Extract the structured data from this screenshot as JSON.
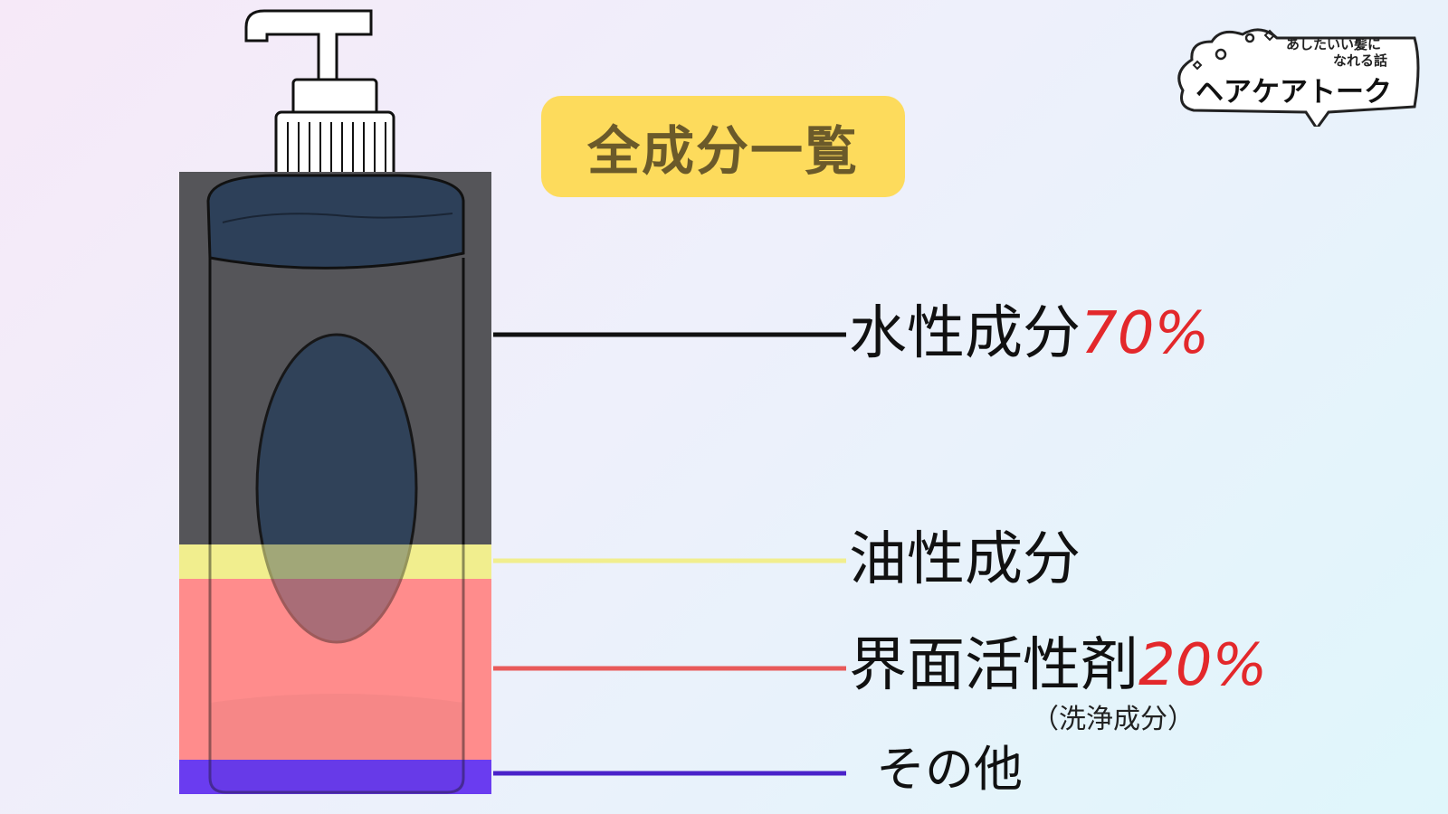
{
  "title": "全成分一覧",
  "logo": {
    "tagline_line1": "あしたいい髪に",
    "tagline_line2": "なれる話",
    "name": "ヘアケアトーク"
  },
  "segments": [
    {
      "label": "水性成分",
      "percent": "70%",
      "color": "#111111",
      "band_color": "#555559"
    },
    {
      "label": "油性成分",
      "percent": "",
      "color": "#f1ee8e",
      "band_color": "#f1ee8e"
    },
    {
      "label": "界面活性剤",
      "percent": "20%",
      "sublabel": "（洗浄成分）",
      "color": "#e85a5a",
      "band_color": "#ff8c8c"
    },
    {
      "label": "その他",
      "percent": "",
      "color": "#4a22c9",
      "band_color": "#6a3cf0"
    }
  ],
  "colors": {
    "title_bg": "#fddb5c",
    "percent_red": "#e3282b",
    "bottle_body": "#2d4059",
    "outline": "#111111"
  },
  "icons": [
    "pump-bottle-icon",
    "speech-bubble-logo-icon"
  ]
}
